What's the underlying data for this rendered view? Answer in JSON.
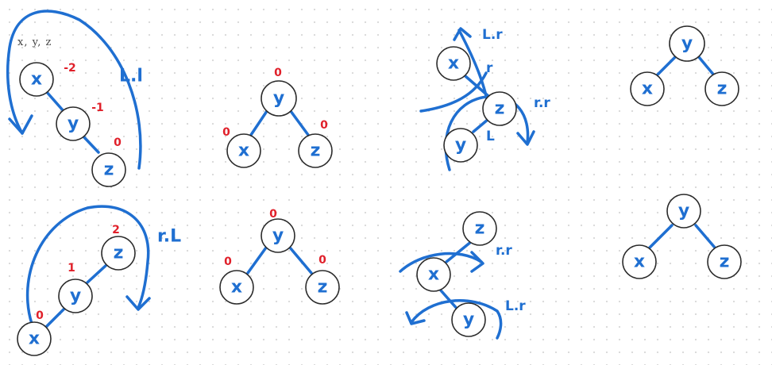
{
  "note": "x, y, z",
  "colors": {
    "ink": "#1f6fd1",
    "balance_factor": "#e0202a",
    "node_border": "#2b2b2b"
  },
  "trees": {
    "t1": {
      "nodes": [
        "x",
        "y",
        "z"
      ],
      "balance": [
        "-2",
        "-1",
        "0"
      ],
      "rotation": "L.l"
    },
    "t2": {
      "nodes": [
        "y",
        "x",
        "z"
      ],
      "balance": [
        "0",
        "0",
        "0"
      ]
    },
    "t3": {
      "nodes": [
        "x",
        "z",
        "y"
      ],
      "rotations": [
        "L.r",
        "r",
        "r.r",
        "L"
      ]
    },
    "t4": {
      "nodes": [
        "y",
        "x",
        "z"
      ]
    },
    "t5": {
      "nodes": [
        "z",
        "y",
        "x"
      ],
      "balance": [
        "2",
        "1",
        "0"
      ],
      "rotation": "r.L"
    },
    "t6": {
      "nodes": [
        "y",
        "x",
        "z"
      ],
      "balance": [
        "0",
        "0",
        "0"
      ]
    },
    "t7": {
      "nodes": [
        "z",
        "x",
        "y"
      ],
      "rotations": [
        "r.r",
        "L.r"
      ]
    },
    "t8": {
      "nodes": [
        "y",
        "x",
        "z"
      ]
    }
  }
}
